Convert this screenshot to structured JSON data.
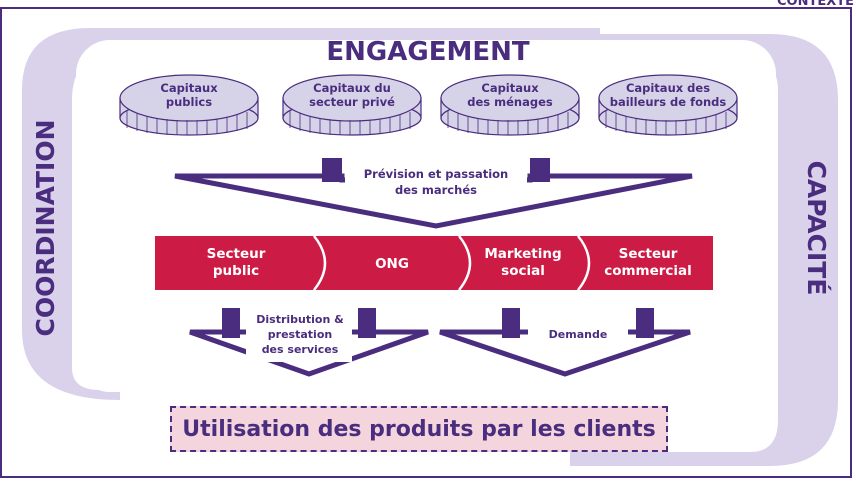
{
  "context_label": "CONTEXTE",
  "engagement_label": "ENGAGEMENT",
  "coordination_label": "COORDINATION",
  "capacite_label": "CAPACITÉ",
  "capital_sources": [
    {
      "line1": "Capitaux",
      "line2": "publics"
    },
    {
      "line1": "Capitaux du",
      "line2": "secteur privé"
    },
    {
      "line1": "Capitaux",
      "line2": "des ménages"
    },
    {
      "line1": "Capitaux des",
      "line2": "bailleurs de fonds"
    }
  ],
  "procurement_label": {
    "line1": "Prévision et passation",
    "line2": "des marchés"
  },
  "sectors": [
    {
      "line1": "Secteur",
      "line2": "public"
    },
    {
      "line1": "ONG",
      "line2": ""
    },
    {
      "line1": "Marketing",
      "line2": "social"
    },
    {
      "line1": "Secteur",
      "line2": "commercial"
    }
  ],
  "distribution_label": {
    "line1": "Distribution &",
    "line2": "prestation",
    "line3": "des services"
  },
  "demand_label": "Demande",
  "usage_label": "Utilisation des produits par les clients",
  "colors": {
    "purple": "#4a2d7e",
    "lavender": "#d9d2ea",
    "coin_fill": "#d6d3e8",
    "sector_red": "#cc1b45",
    "usage_fill": "#f4d5dd"
  }
}
